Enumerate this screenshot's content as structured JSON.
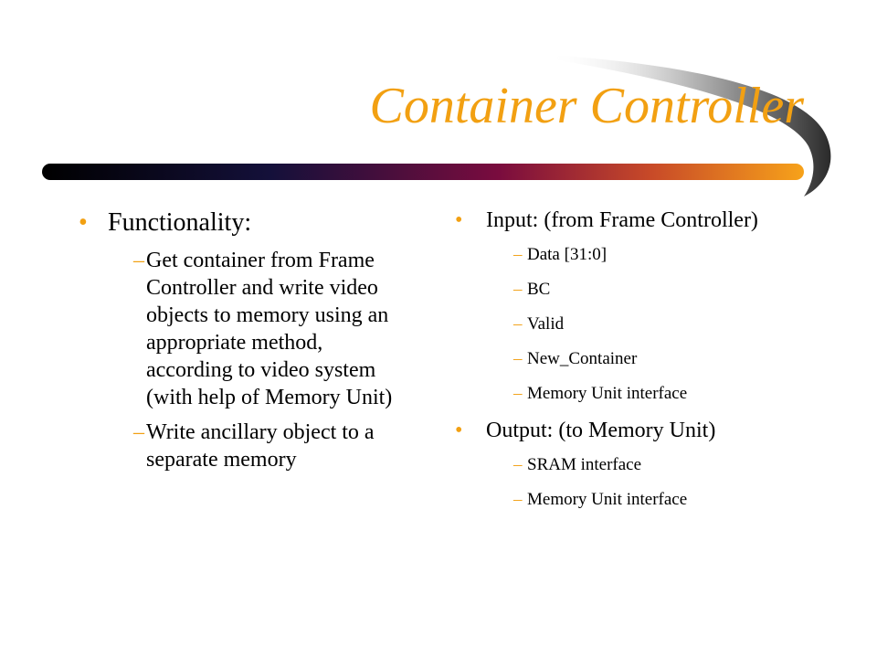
{
  "slide": {
    "title": "Container Controller",
    "accent_color": "#f2a012",
    "bar_gradient": [
      "#000000",
      "#14103a",
      "#7a0c3e",
      "#c84a28",
      "#f7a21a"
    ]
  },
  "left_column": {
    "bullet": "Functionality:",
    "subitems": [
      "Get container from Frame Controller and write video objects to memory using an appropriate method, according to video system (with help of Memory Unit)",
      "Write ancillary object to a separate memory"
    ]
  },
  "right_column": {
    "input": {
      "bullet": "Input:  (from Frame Controller)",
      "subitems": [
        "Data [31:0]",
        "BC",
        "Valid",
        "New_Container",
        "Memory Unit interface"
      ]
    },
    "output": {
      "bullet": "Output:  (to Memory Unit)",
      "subitems": [
        "SRAM interface",
        "Memory Unit interface"
      ]
    }
  }
}
